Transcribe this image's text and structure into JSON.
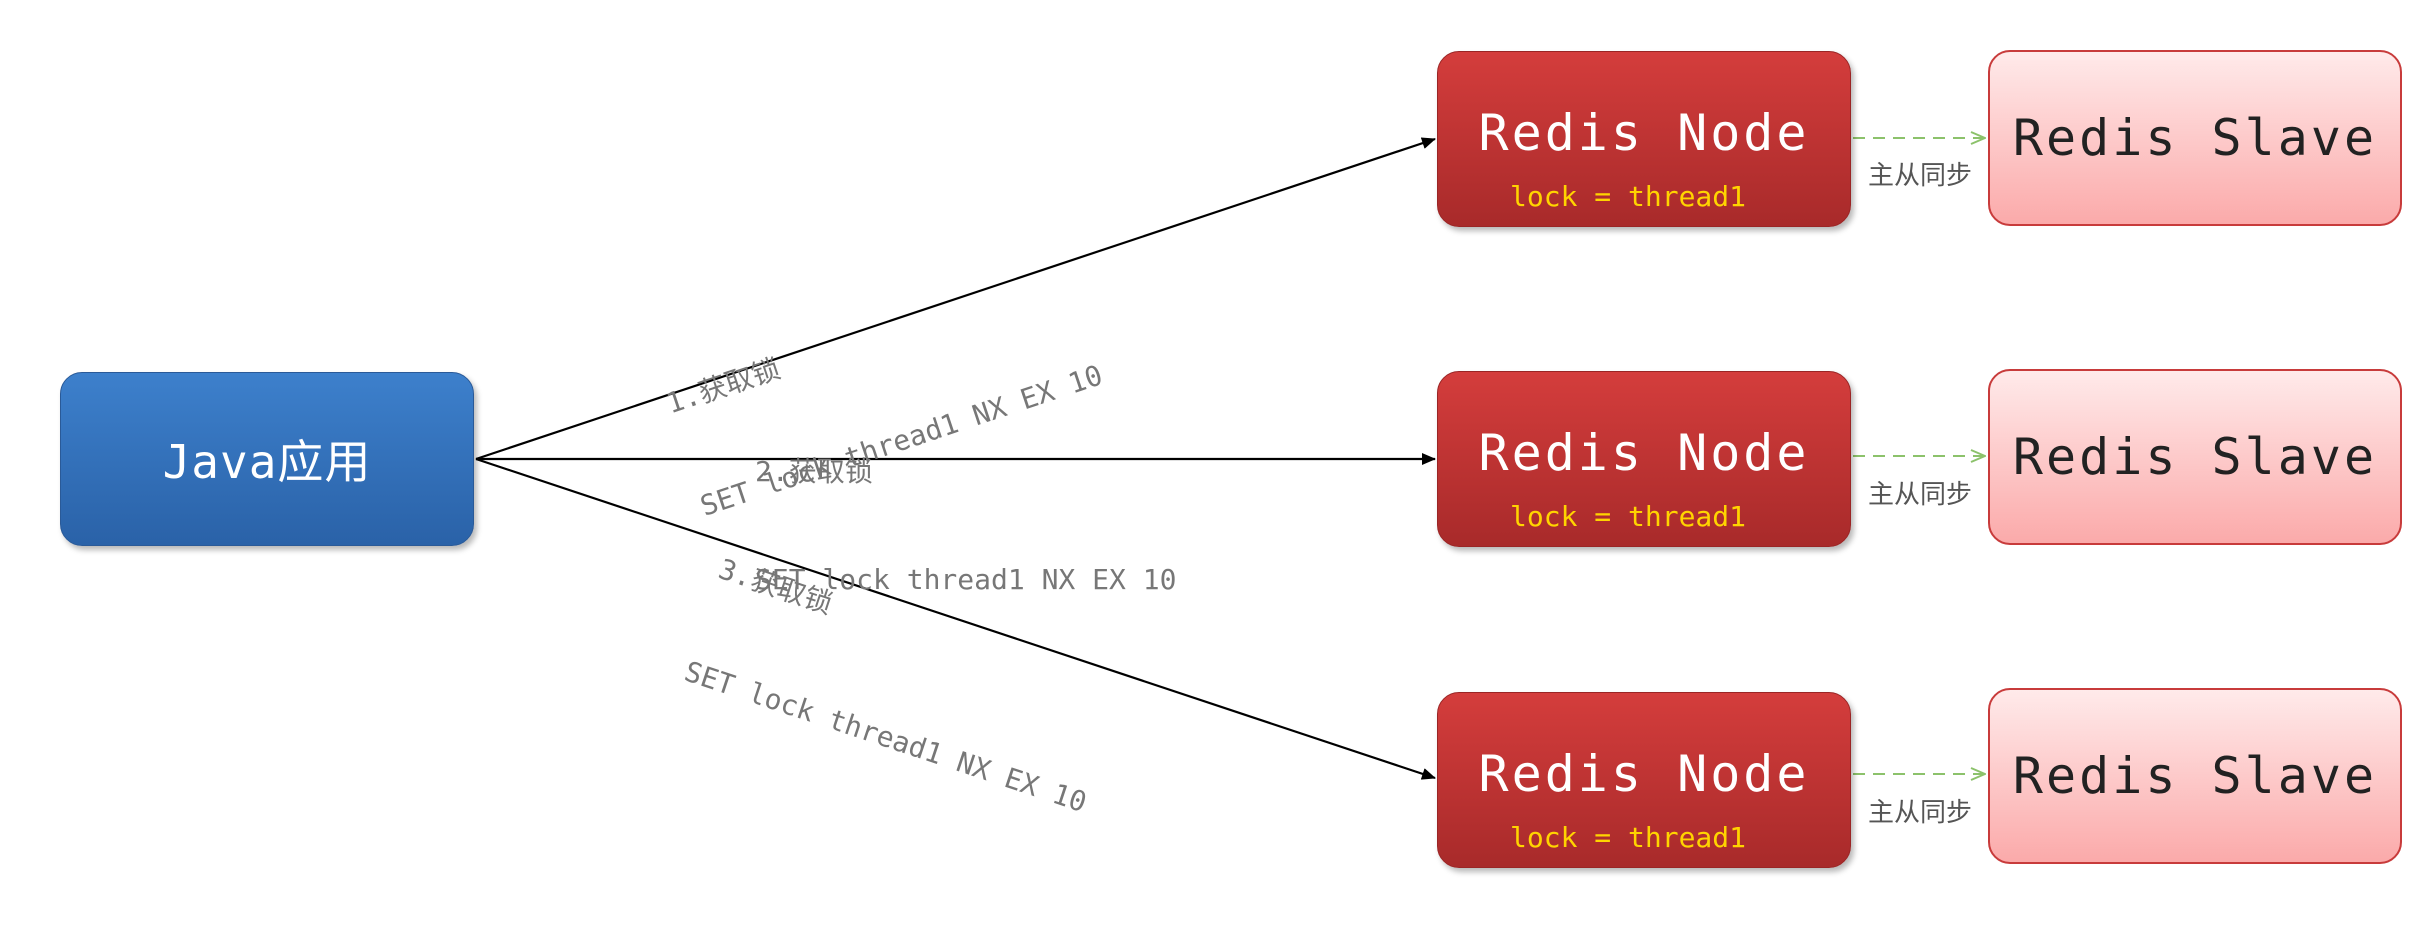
{
  "java_app": {
    "label": "Java应用"
  },
  "nodes": [
    {
      "title": "Redis Node",
      "lock": "lock = thread1"
    },
    {
      "title": "Redis Node",
      "lock": "lock = thread1"
    },
    {
      "title": "Redis Node",
      "lock": "lock = thread1"
    }
  ],
  "slaves": [
    {
      "title": "Redis Slave"
    },
    {
      "title": "Redis Slave"
    },
    {
      "title": "Redis Slave"
    }
  ],
  "sync_label": "主从同步",
  "edges": [
    {
      "step": "1.获取锁",
      "command": "SET lock thread1 NX EX 10"
    },
    {
      "step": "2.获取锁",
      "command": "SET lock thread1 NX EX 10"
    },
    {
      "step": "3.获取锁",
      "command": "SET lock thread1 NX EX 10"
    }
  ],
  "colors": {
    "java_fill": "#3672bd",
    "node_fill": "#c13535",
    "lock_text": "#ffd400",
    "slave_fill": "#fdc8c8",
    "sync_arrow": "#8cc26b",
    "edge_line": "#000000"
  }
}
